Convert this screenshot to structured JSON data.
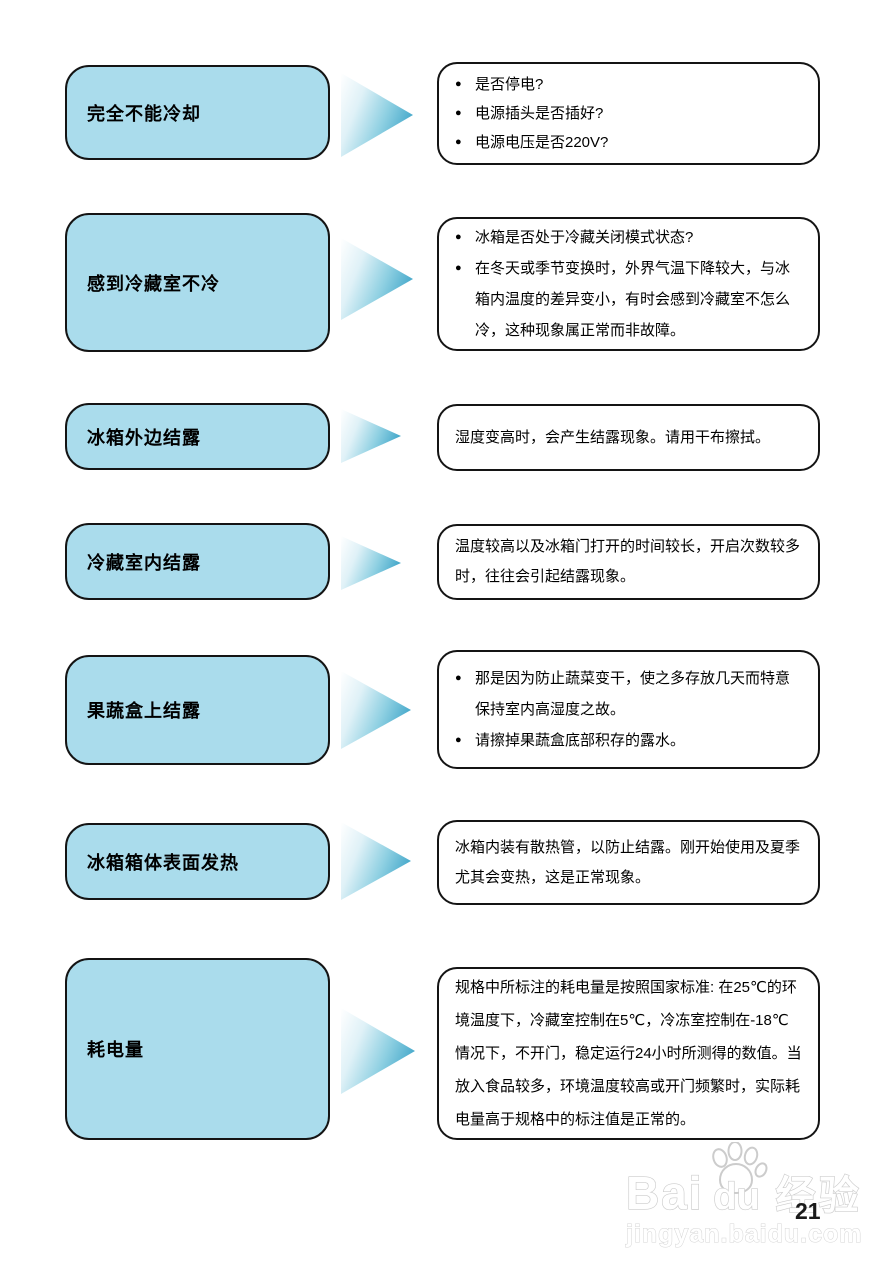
{
  "glyphs": {
    "bullet": "●"
  },
  "colors": {
    "symptom_box_fill": "#aadcec",
    "box_border": "#141414",
    "arrow_gradient_start": "#ffffff",
    "arrow_gradient_end": "#1e93be",
    "watermark_gray": "#cccccc",
    "text": "#000000"
  },
  "rows": [
    {
      "label": "完全不能冷却",
      "bulleted": true,
      "items": [
        "是否停电?",
        "电源插头是否插好?",
        "电源电压是否220V?"
      ]
    },
    {
      "label": "感到冷藏室不冷",
      "bulleted": true,
      "items": [
        "冰箱是否处于冷藏关闭模式状态?",
        "在冬天或季节变换时，外界气温下降较大，与冰箱内温度的差异变小，有时会感到冷藏室不怎么冷，这种现象属正常而非故障。"
      ]
    },
    {
      "label": "冰箱外边结露",
      "bulleted": false,
      "items": [
        "湿度变高时，会产生结露现象。请用干布擦拭。"
      ]
    },
    {
      "label": "冷藏室内结露",
      "bulleted": false,
      "items": [
        "温度较高以及冰箱门打开的时间较长，开启次数较多时，往往会引起结露现象。"
      ]
    },
    {
      "label": "果蔬盒上结露",
      "bulleted": true,
      "items": [
        "那是因为防止蔬菜变干，使之多存放几天而特意保持室内高湿度之故。",
        "请擦掉果蔬盒底部积存的露水。"
      ]
    },
    {
      "label": "冰箱箱体表面发热",
      "bulleted": false,
      "items": [
        "冰箱内装有散热管，以防止结露。刚开始使用及夏季尤其会变热，这是正常现象。"
      ]
    },
    {
      "label": "耗电量",
      "bulleted": false,
      "items": [
        "规格中所标注的耗电量是按照国家标准: 在25℃的环境温度下，冷藏室控制在5℃，冷冻室控制在-18℃情况下，不开门，稳定运行24小时所测得的数值。当放入食品较多，环境温度较高或开门频繁时，实际耗电量高于规格中的标注值是正常的。"
      ]
    }
  ],
  "footer": {
    "page_number": "21",
    "watermark": {
      "brand_latin1": "Bai",
      "brand_latin2": "du",
      "brand_cjk": "经验",
      "url": "jingyan.baidu.com"
    }
  }
}
